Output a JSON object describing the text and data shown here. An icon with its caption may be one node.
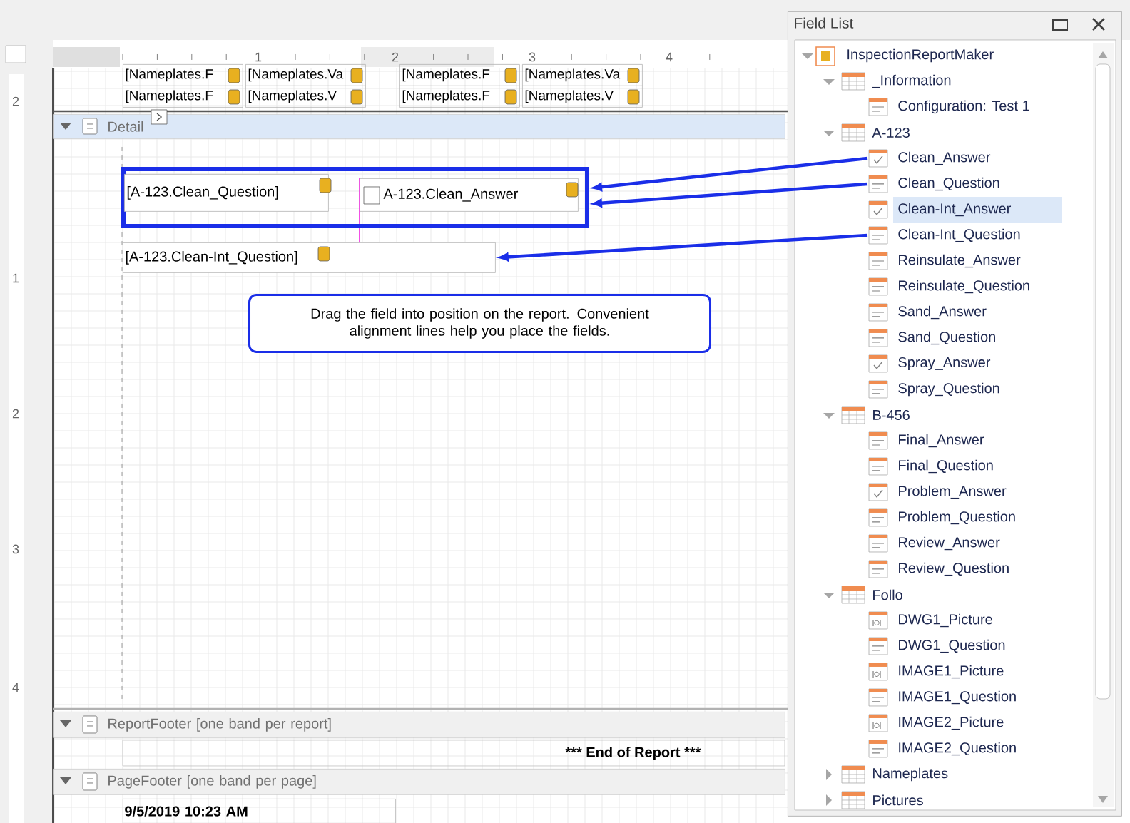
{
  "diagram": {
    "nodes": [
      {
        "text": [
          "[Nameplates.F"
        ]
      },
      {
        "text": [
          "[Nameplates.Va"
        ]
      },
      {
        "text": [
          "[Nameplates.F"
        ]
      },
      {
        "text": [
          "[Nameplates.Va"
        ]
      },
      {
        "text": [
          "[Nameplates.F"
        ]
      },
      {
        "text": [
          "[Nameplates.V"
        ]
      },
      {
        "text": [
          "[Nameplates.F"
        ]
      },
      {
        "text": [
          "[Nameplates.V"
        ]
      },
      {
        "text": [
          "Detail"
        ]
      },
      {
        "text": [],
        "shape": "box"
      },
      {
        "text": [
          "[A-123.Clean_Question]"
        ],
        "in": 9
      },
      {
        "text": [
          "A-123.Clean_Answer"
        ],
        "in": 9
      },
      {
        "text": [
          "[A-123.Clean-Int_Question]"
        ]
      },
      {
        "text": [
          "Drag the field into position on the report. Convenient alignment lines help you place the fields."
        ]
      },
      {
        "text": [
          "ReportFooter [one band per report]"
        ]
      },
      {
        "text": [
          "*** End of Report ***"
        ]
      },
      {
        "text": [
          "PageFooter [one band per page]"
        ]
      },
      {
        "text": [
          "9/5/2019 10:23 AM"
        ]
      },
      {
        "text": [
          "Field List"
        ]
      },
      {
        "text": [
          "InspectionReportMaker"
        ],
        "in": 18
      },
      {
        "text": [
          "_Information"
        ],
        "in": 18
      },
      {
        "text": [
          "Configuration: Test 1"
        ],
        "in": 18
      },
      {
        "text": [
          "A-123"
        ],
        "in": 18
      },
      {
        "text": [
          "Clean_Answer"
        ],
        "in": 18
      },
      {
        "text": [
          "Clean_Question"
        ],
        "in": 18
      },
      {
        "text": [
          "Clean-Int_Answer"
        ],
        "in": 18
      },
      {
        "text": [
          "Clean-Int_Question"
        ],
        "in": 18
      },
      {
        "text": [
          "Reinsulate_Answer"
        ],
        "in": 18
      },
      {
        "text": [
          "Reinsulate_Question"
        ],
        "in": 18
      },
      {
        "text": [
          "Sand_Answer"
        ],
        "in": 18
      },
      {
        "text": [
          "Sand_Question"
        ],
        "in": 18
      },
      {
        "text": [
          "Spray_Answer"
        ],
        "in": 18
      },
      {
        "text": [
          "Spray_Question"
        ],
        "in": 18
      },
      {
        "text": [
          "B-456"
        ],
        "in": 18
      },
      {
        "text": [
          "Final_Answer"
        ],
        "in": 18
      },
      {
        "text": [
          "Final_Question"
        ],
        "in": 18
      },
      {
        "text": [
          "Problem_Answer"
        ],
        "in": 18
      },
      {
        "text": [
          "Problem_Question"
        ],
        "in": 18
      },
      {
        "text": [
          "Review_Answer"
        ],
        "in": 18
      },
      {
        "text": [
          "Review_Question"
        ],
        "in": 18
      },
      {
        "text": [
          "Follo"
        ],
        "in": 18
      },
      {
        "text": [
          "DWG1_Picture"
        ],
        "in": 18
      },
      {
        "text": [
          "DWG1_Question"
        ],
        "in": 18
      },
      {
        "text": [
          "IMAGE1_Picture"
        ],
        "in": 18
      },
      {
        "text": [
          "IMAGE1_Question"
        ],
        "in": 18
      },
      {
        "text": [
          "IMAGE2_Picture"
        ],
        "in": 18
      },
      {
        "text": [
          "IMAGE2_Question"
        ],
        "in": 18
      },
      {
        "text": [
          "Nameplates"
        ],
        "in": 18
      },
      {
        "text": [
          "Pictures"
        ],
        "in": 18
      }
    ],
    "edges": [
      {
        "from": 23,
        "to": 9,
        "arrow": "to"
      },
      {
        "from": 24,
        "to": 9,
        "arrow": "to"
      },
      {
        "from": 26,
        "to": 12,
        "arrow": "to"
      }
    ],
    "labels": [
      "1",
      "2",
      "3",
      "4",
      "2",
      "1",
      "2",
      "3",
      "4"
    ]
  }
}
